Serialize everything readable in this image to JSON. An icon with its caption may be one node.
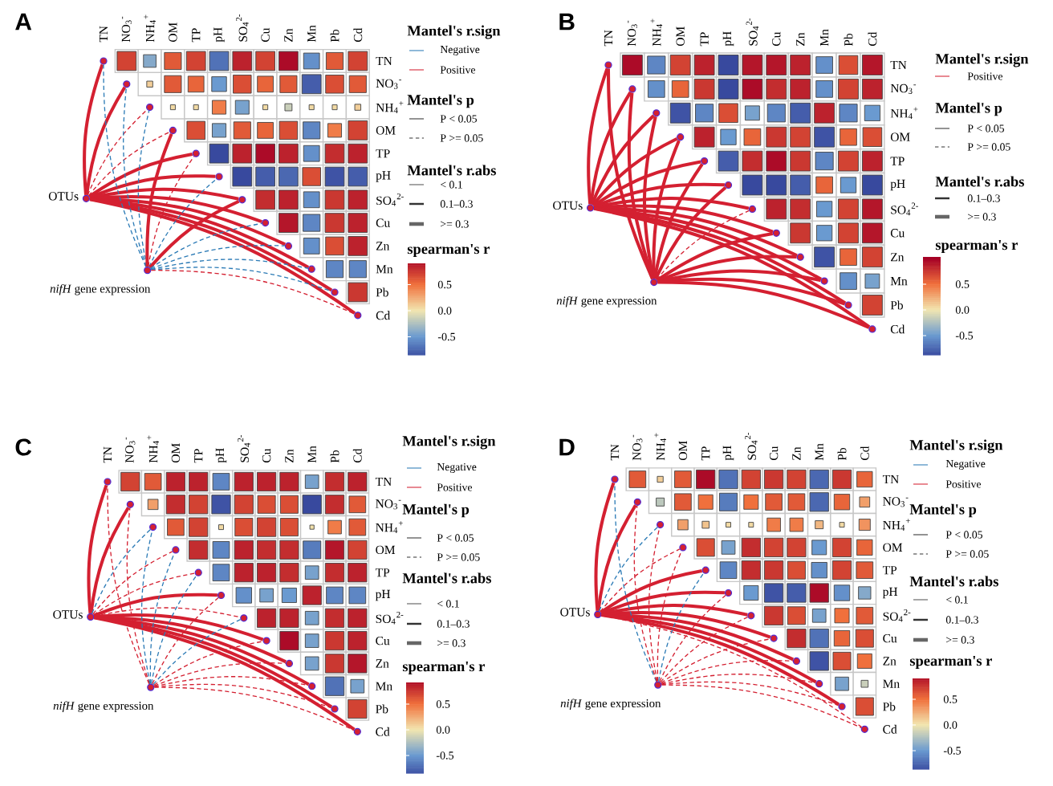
{
  "diagram": {
    "nodes": [
      {
        "text": [],
        "shape": "circle"
      },
      {
        "text": [],
        "shape": "circle"
      },
      {
        "text": [],
        "shape": "circle"
      },
      {
        "text": [],
        "shape": "circle"
      },
      {
        "text": [],
        "shape": "circle"
      },
      {
        "text": [],
        "shape": "circle"
      },
      {
        "text": [],
        "shape": "circle"
      },
      {
        "text": [],
        "shape": "circle"
      },
      {
        "text": [],
        "shape": "circle"
      },
      {
        "text": [],
        "shape": "circle"
      },
      {
        "text": [],
        "shape": "circle"
      },
      {
        "text": [],
        "shape": "circle"
      },
      {
        "text": [],
        "shape": "circle",
        "beside": [
          "OTUs"
        ]
      },
      {
        "text": [],
        "shape": "circle",
        "beside": [
          "*nifH* gene expression"
        ]
      },
      {
        "text": [],
        "shape": "circle"
      },
      {
        "text": [],
        "shape": "circle"
      },
      {
        "text": [],
        "shape": "circle"
      },
      {
        "text": [],
        "shape": "circle"
      },
      {
        "text": [],
        "shape": "circle"
      },
      {
        "text": [],
        "shape": "circle"
      },
      {
        "text": [],
        "shape": "circle"
      },
      {
        "text": [],
        "shape": "circle"
      },
      {
        "text": [],
        "shape": "circle"
      },
      {
        "text": [],
        "shape": "circle"
      },
      {
        "text": [],
        "shape": "circle"
      },
      {
        "text": [],
        "shape": "circle"
      },
      {
        "text": [],
        "shape": "circle",
        "beside": [
          "OTUs"
        ]
      },
      {
        "text": [],
        "shape": "circle",
        "beside": [
          "*nifH* gene expression"
        ]
      },
      {
        "text": [],
        "shape": "circle"
      },
      {
        "text": [],
        "shape": "circle"
      },
      {
        "text": [],
        "shape": "circle"
      },
      {
        "text": [],
        "shape": "circle"
      },
      {
        "text": [],
        "shape": "circle"
      },
      {
        "text": [],
        "shape": "circle"
      },
      {
        "text": [],
        "shape": "circle"
      },
      {
        "text": [],
        "shape": "circle"
      },
      {
        "text": [],
        "shape": "circle"
      },
      {
        "text": [],
        "shape": "circle"
      },
      {
        "text": [],
        "shape": "circle"
      },
      {
        "text": [],
        "shape": "circle"
      },
      {
        "text": [],
        "shape": "circle",
        "beside": [
          "OTUs"
        ]
      },
      {
        "text": [],
        "shape": "circle",
        "beside": [
          "*nifH* gene expression"
        ]
      },
      {
        "text": [],
        "shape": "circle"
      },
      {
        "text": [],
        "shape": "circle"
      },
      {
        "text": [],
        "shape": "circle"
      },
      {
        "text": [],
        "shape": "circle"
      },
      {
        "text": [],
        "shape": "circle"
      },
      {
        "text": [],
        "shape": "circle"
      },
      {
        "text": [],
        "shape": "circle"
      },
      {
        "text": [],
        "shape": "circle"
      },
      {
        "text": [],
        "shape": "circle"
      },
      {
        "text": [],
        "shape": "circle"
      },
      {
        "text": [],
        "shape": "circle"
      },
      {
        "text": [],
        "shape": "circle"
      },
      {
        "text": [],
        "shape": "circle",
        "beside": [
          "OTUs"
        ]
      },
      {
        "text": [],
        "shape": "circle",
        "beside": [
          "*nifH* gene expression"
        ]
      }
    ],
    "edges": [
      {
        "from": 12,
        "to": 0,
        "arrow": "none"
      },
      {
        "from": 12,
        "to": 1,
        "arrow": "none"
      },
      {
        "from": 12,
        "to": 2,
        "arrow": "none",
        "style": "dashed"
      },
      {
        "from": 12,
        "to": 3,
        "arrow": "none",
        "style": "dashed"
      },
      {
        "from": 12,
        "to": 4,
        "arrow": "none"
      },
      {
        "from": 12,
        "to": 5,
        "arrow": "none"
      },
      {
        "from": 12,
        "to": 6,
        "arrow": "none"
      },
      {
        "from": 12,
        "to": 7,
        "arrow": "none"
      },
      {
        "from": 12,
        "to": 8,
        "arrow": "none"
      },
      {
        "from": 12,
        "to": 9,
        "arrow": "none"
      },
      {
        "from": 12,
        "to": 10,
        "arrow": "none"
      },
      {
        "from": 12,
        "to": 11,
        "arrow": "none"
      },
      {
        "from": 13,
        "to": 0,
        "arrow": "none",
        "style": "dashed",
        "color": "#2c7bb6"
      },
      {
        "from": 13,
        "to": 1,
        "arrow": "none",
        "style": "dashed",
        "color": "#2c7bb6"
      },
      {
        "from": 13,
        "to": 2,
        "arrow": "none",
        "style": "dashed",
        "color": "#2c7bb6"
      },
      {
        "from": 13,
        "to": 3,
        "arrow": "none"
      },
      {
        "from": 13,
        "to": 4,
        "arrow": "none",
        "style": "dashed"
      },
      {
        "from": 13,
        "to": 5,
        "arrow": "none",
        "style": "dashed",
        "color": "#2c7bb6"
      },
      {
        "from": 13,
        "to": 6,
        "arrow": "none"
      },
      {
        "from": 13,
        "to": 7,
        "arrow": "none",
        "style": "dashed",
        "color": "#2c7bb6"
      },
      {
        "from": 13,
        "to": 8,
        "arrow": "none",
        "style": "dashed",
        "color": "#2c7bb6"
      },
      {
        "from": 13,
        "to": 9,
        "arrow": "none",
        "style": "dashed",
        "color": "#2c7bb6"
      },
      {
        "from": 13,
        "to": 10,
        "arrow": "none",
        "style": "dashed",
        "color": "#2c7bb6"
      },
      {
        "from": 13,
        "to": 11,
        "arrow": "none",
        "style": "dashed"
      },
      {
        "from": 26,
        "to": 14,
        "arrow": "none"
      },
      {
        "from": 26,
        "to": 15,
        "arrow": "none"
      },
      {
        "from": 26,
        "to": 16,
        "arrow": "none"
      },
      {
        "from": 26,
        "to": 17,
        "arrow": "none"
      },
      {
        "from": 26,
        "to": 18,
        "arrow": "none"
      },
      {
        "from": 26,
        "to": 19,
        "arrow": "none"
      },
      {
        "from": 26,
        "to": 20,
        "arrow": "none"
      },
      {
        "from": 26,
        "to": 21,
        "arrow": "none"
      },
      {
        "from": 26,
        "to": 22,
        "arrow": "none"
      },
      {
        "from": 26,
        "to": 23,
        "arrow": "none"
      },
      {
        "from": 26,
        "to": 24,
        "arrow": "none"
      },
      {
        "from": 26,
        "to": 25,
        "arrow": "none"
      },
      {
        "from": 27,
        "to": 14,
        "arrow": "none"
      },
      {
        "from": 27,
        "to": 15,
        "arrow": "none"
      },
      {
        "from": 27,
        "to": 16,
        "arrow": "none"
      },
      {
        "from": 27,
        "to": 17,
        "arrow": "none"
      },
      {
        "from": 27,
        "to": 18,
        "arrow": "none"
      },
      {
        "from": 27,
        "to": 19,
        "arrow": "none"
      },
      {
        "from": 27,
        "to": 20,
        "arrow": "none",
        "style": "dashed"
      },
      {
        "from": 27,
        "to": 21,
        "arrow": "none"
      },
      {
        "from": 27,
        "to": 22,
        "arrow": "none"
      },
      {
        "from": 27,
        "to": 23,
        "arrow": "none"
      },
      {
        "from": 27,
        "to": 24,
        "arrow": "none"
      },
      {
        "from": 27,
        "to": 25,
        "arrow": "none"
      },
      {
        "from": 40,
        "to": 28,
        "arrow": "none"
      },
      {
        "from": 40,
        "to": 29,
        "arrow": "none"
      },
      {
        "from": 40,
        "to": 30,
        "arrow": "none",
        "style": "dashed",
        "color": "#2c7bb6"
      },
      {
        "from": 40,
        "to": 31,
        "arrow": "none",
        "style": "dashed"
      },
      {
        "from": 40,
        "to": 32,
        "arrow": "none",
        "style": "dashed"
      },
      {
        "from": 40,
        "to": 33,
        "arrow": "none"
      },
      {
        "from": 40,
        "to": 34,
        "arrow": "none",
        "style": "dashed"
      },
      {
        "from": 40,
        "to": 35,
        "arrow": "none"
      },
      {
        "from": 40,
        "to": 36,
        "arrow": "none"
      },
      {
        "from": 40,
        "to": 37,
        "arrow": "none"
      },
      {
        "from": 40,
        "to": 38,
        "arrow": "none"
      },
      {
        "from": 40,
        "to": 39,
        "arrow": "none"
      },
      {
        "from": 41,
        "to": 28,
        "arrow": "none",
        "style": "dashed"
      },
      {
        "from": 41,
        "to": 29,
        "arrow": "none",
        "style": "dashed"
      },
      {
        "from": 41,
        "to": 30,
        "arrow": "none",
        "style": "dashed",
        "color": "#2c7bb6"
      },
      {
        "from": 41,
        "to": 31,
        "arrow": "none",
        "style": "dashed",
        "color": "#2c7bb6"
      },
      {
        "from": 41,
        "to": 32,
        "arrow": "none",
        "style": "dashed",
        "color": "#2c7bb6"
      },
      {
        "from": 41,
        "to": 33,
        "arrow": "none",
        "style": "dashed"
      },
      {
        "from": 41,
        "to": 34,
        "arrow": "none",
        "style": "dashed",
        "color": "#2c7bb6"
      },
      {
        "from": 41,
        "to": 35,
        "arrow": "none",
        "style": "dashed"
      },
      {
        "from": 41,
        "to": 36,
        "arrow": "none",
        "style": "dashed"
      },
      {
        "from": 41,
        "to": 37,
        "arrow": "none",
        "style": "dashed"
      },
      {
        "from": 41,
        "to": 38,
        "arrow": "none",
        "style": "dashed"
      },
      {
        "from": 41,
        "to": 39,
        "arrow": "none",
        "style": "dashed"
      },
      {
        "from": 54,
        "to": 42,
        "arrow": "none"
      },
      {
        "from": 54,
        "to": 43,
        "arrow": "none"
      },
      {
        "from": 54,
        "to": 44,
        "arrow": "none",
        "style": "dashed",
        "color": "#2c7bb6"
      },
      {
        "from": 54,
        "to": 45,
        "arrow": "none",
        "style": "dashed"
      },
      {
        "from": 54,
        "to": 46,
        "arrow": "none"
      },
      {
        "from": 54,
        "to": 47,
        "arrow": "none"
      },
      {
        "from": 54,
        "to": 48,
        "arrow": "none"
      },
      {
        "from": 54,
        "to": 49,
        "arrow": "none"
      },
      {
        "from": 54,
        "to": 50,
        "arrow": "none"
      },
      {
        "from": 54,
        "to": 51,
        "arrow": "none"
      },
      {
        "from": 54,
        "to": 52,
        "arrow": "none"
      },
      {
        "from": 54,
        "to": 53,
        "arrow": "none",
        "style": "dashed"
      },
      {
        "from": 55,
        "to": 42,
        "arrow": "none",
        "style": "dashed",
        "color": "#2c7bb6"
      },
      {
        "from": 55,
        "to": 43,
        "arrow": "none",
        "style": "dashed"
      },
      {
        "from": 55,
        "to": 44,
        "arrow": "none",
        "style": "dashed"
      },
      {
        "from": 55,
        "to": 45,
        "arrow": "none",
        "style": "dashed"
      },
      {
        "from": 55,
        "to": 46,
        "arrow": "none",
        "style": "dashed",
        "color": "#2c7bb6"
      },
      {
        "from": 55,
        "to": 47,
        "arrow": "none",
        "style": "dashed"
      },
      {
        "from": 55,
        "to": 48,
        "arrow": "none",
        "style": "dashed"
      },
      {
        "from": 55,
        "to": 49,
        "arrow": "none",
        "style": "dashed"
      },
      {
        "from": 55,
        "to": 50,
        "arrow": "none",
        "style": "dashed"
      },
      {
        "from": 55,
        "to": 51,
        "arrow": "none",
        "style": "dashed"
      },
      {
        "from": 55,
        "to": 52,
        "arrow": "none",
        "style": "dashed"
      },
      {
        "from": 55,
        "to": 53,
        "arrow": "none",
        "style": "dashed"
      }
    ],
    "labels": [
      "A",
      "TN",
      "NO$_{3}$$^{-}$",
      "NH$_{4}$$^{+}$",
      "OM",
      "TP",
      "pH",
      "SO$_{4}$$^{2-}$",
      "Cu",
      "Zn",
      "Mn",
      "Pb",
      "Cd",
      "TN",
      "NO$_{3}$$^{-}$",
      "NH$_{4}$$^{+}$",
      "OM",
      "TP",
      "pH",
      "SO$_{4}$$^{2-}$",
      "Cu",
      "Zn",
      "Mn",
      "Pb",
      "Cd",
      "Mantel's r.sign",
      "Mantel's p",
      "Mantel's r.abs",
      "spearman's r",
      "0.5",
      "0.0",
      "-0.5",
      "B",
      "TN",
      "NO$_{3}$$^{-}$",
      "NH$_{4}$$^{+}$",
      "OM",
      "TP",
      "pH",
      "SO$_{4}$$^{2-}$",
      "Cu",
      "Zn",
      "Mn",
      "Pb",
      "Cd",
      "TN",
      "NO$_{3}$$^{-}$",
      "NH$_{4}$$^{+}$",
      "OM",
      "TP",
      "pH",
      "SO$_{4}$$^{2-}$",
      "Cu",
      "Zn",
      "Mn",
      "Pb",
      "Cd",
      "Mantel's r.sign",
      "Mantel's p",
      "Mantel's r.abs",
      "spearman's r",
      "0.5",
      "0.0",
      "-0.5",
      "C",
      "TN",
      "NO$_{3}$$^{-}$",
      "NH$_{4}$$^{+}$",
      "OM",
      "TP",
      "pH",
      "SO$_{4}$$^{2-}$",
      "Cu",
      "Zn",
      "Mn",
      "Pb",
      "Cd",
      "TN",
      "NO$_{3}$$^{-}$",
      "NH$_{4}$$^{+}$",
      "OM",
      "TP",
      "pH",
      "SO$_{4}$$^{2-}$",
      "Cu",
      "Zn",
      "Mn",
      "Pb",
      "Cd",
      "Mantel's r.sign",
      "Mantel's p",
      "Mantel's r.abs",
      "spearman's r",
      "0.5",
      "0.0",
      "-0.5",
      "D",
      "TN",
      "NO$_{3}$$^{-}$",
      "NH$_{4}$$^{+}$",
      "OM",
      "TP",
      "pH",
      "SO$_{4}$$^{2-}$",
      "Cu",
      "Zn",
      "Mn",
      "Pb",
      "Cd",
      "TN",
      "NO$_{3}$$^{-}$",
      "NH$_{4}$$^{+}$",
      "OM",
      "TP",
      "pH",
      "SO$_{4}$$^{2-}$",
      "Cu",
      "Zn",
      "Mn",
      "Pb",
      "Cd",
      "Mantel's r.sign",
      "Mantel's p",
      "Mantel's r.abs",
      "spearman's r",
      "0.5",
      "0.0",
      "-0.5"
    ],
    "legend": [
      {
        "text": "Negative"
      },
      {
        "text": "Positive"
      },
      {
        "text": "P < 0.05"
      },
      {
        "text": "P >= 0.05"
      },
      {
        "text": "< 0.1"
      },
      {
        "text": "0.1–0.3"
      },
      {
        "text": ">= 0.3"
      },
      {
        "text": "Positive"
      },
      {
        "text": "P < 0.05"
      },
      {
        "text": "P >= 0.05"
      },
      {
        "text": "0.1–0.3"
      },
      {
        "text": ">= 0.3"
      },
      {
        "text": "Negative"
      },
      {
        "text": "Positive"
      },
      {
        "text": "P < 0.05"
      },
      {
        "text": "P >= 0.05"
      },
      {
        "text": "< 0.1"
      },
      {
        "text": "0.1–0.3"
      },
      {
        "text": ">= 0.3"
      },
      {
        "text": "Negative"
      },
      {
        "text": "Positive"
      },
      {
        "text": "P < 0.05"
      },
      {
        "text": "P >= 0.05"
      },
      {
        "text": "< 0.1"
      },
      {
        "text": "0.1–0.3"
      },
      {
        "text": ">= 0.3"
      }
    ]
  }
}
